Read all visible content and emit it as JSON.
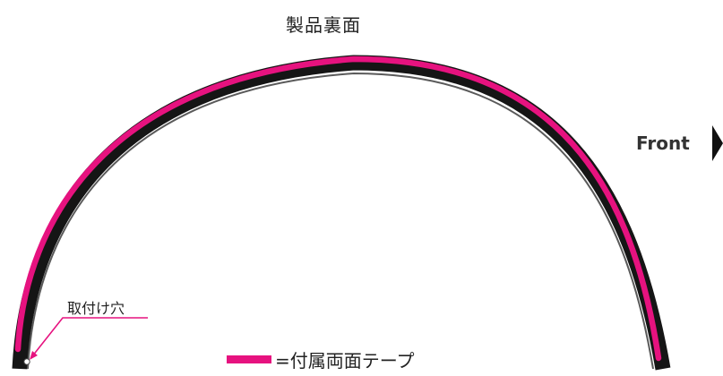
{
  "title": "製品裏面",
  "direction_label": "Front",
  "callout_label": "取付け穴",
  "legend": {
    "text": "=付属両面テープ",
    "color": "#e6127f"
  },
  "colors": {
    "part": "#1a1a1a",
    "tape": "#e6127f",
    "callout": "#e6127f"
  },
  "icons": [
    "front-arrow-icon"
  ]
}
